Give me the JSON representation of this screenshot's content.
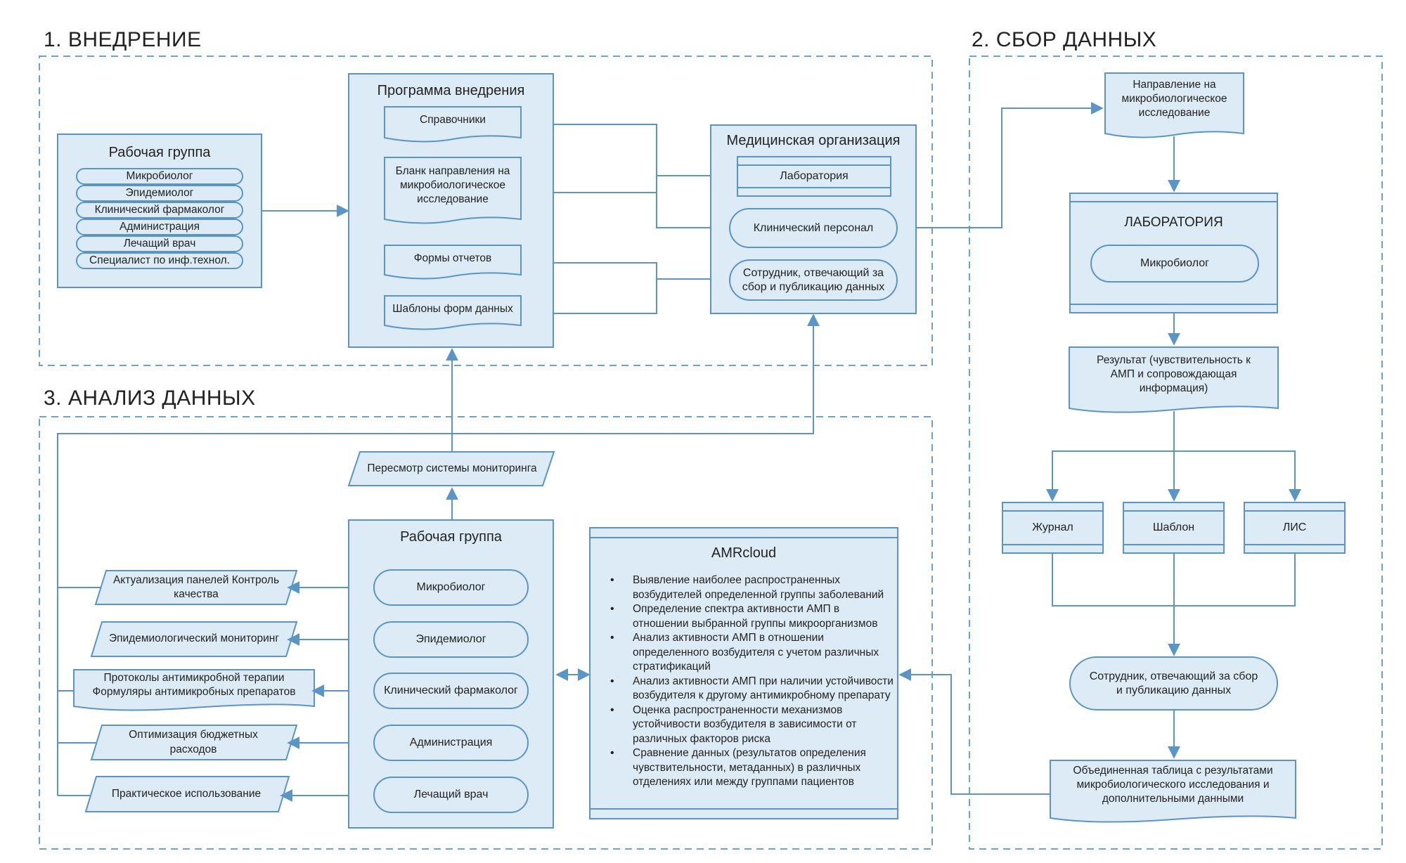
{
  "sections": {
    "implementation": "1. ВНЕДРЕНИЕ",
    "collection": "2. СБОР ДАННЫХ",
    "analysis": "3. АНАЛИЗ ДАННЫХ"
  },
  "working_group_1": {
    "title": "Рабочая группа",
    "members": [
      "Микробиолог",
      "Эпидемиолог",
      "Клинический фармаколог",
      "Администрация",
      "Лечащий врач",
      "Специалист по инф.технол."
    ]
  },
  "program": {
    "title": "Программа внедрения",
    "docs": [
      "Справочники",
      "Бланк направления на микробиологическое исследование",
      "Формы отчетов",
      "Шаблоны форм данных"
    ]
  },
  "med_org": {
    "title": "Медицинская организация",
    "lab": "Лаборатория",
    "clinical": "Клинический персонал",
    "employee": "Сотрудник, отвечающий за сбор и публикацию данных"
  },
  "collection_flow": {
    "referral": "Направление на микробиологическое исследование",
    "lab_title": "ЛАБОРАТОРИЯ",
    "microbiologist": "Микробиолог",
    "result": "Результат (чувствительность к АМП и сопровождающая информация)",
    "journal": "Журнал",
    "template": "Шаблон",
    "lis": "ЛИС",
    "employee": "Сотрудник, отвечающий за сбор и публикацию данных",
    "combined": "Объединенная таблица с результатами микробиологического исследования и дополнительными данными"
  },
  "analysis": {
    "review": "Пересмотр системы мониторинга",
    "wg_title": "Рабочая группа",
    "members": [
      "Микробиолог",
      "Эпидемиолог",
      "Клинический фармаколог",
      "Администрация",
      "Лечащий врач"
    ],
    "outputs": [
      "Актуализация панелей Контроль качества",
      "Эпидемиологический мониторинг",
      "Протоколы антимикробной терапии Формуляры антимикробных препаратов",
      "Оптимизация бюджетных расходов",
      "Практическое использование"
    ],
    "amr_title": "AMRcloud",
    "amr_items": [
      "Выявление наиболее распространенных возбудителей определенной группы заболеваний",
      "Определение спектра активности АМП в отношении выбранной группы микроорганизмов",
      "Анализ активности АМП в отношении определенного возбудителя с учетом различных стратификаций",
      "Анализ активности АМП при наличии устойчивости возбудителя к другому антимикробному препарату",
      "Оценка распространенности механизмов устойчивости возбудителя в зависимости от различных факторов риска",
      "Сравнение данных (результатов определения чувствительности, метаданных) в различных отделениях или между группами пациентов"
    ]
  },
  "colors": {
    "stroke": "#5a95c6",
    "fill": "#dcebf6",
    "dash": "#6fa3cf"
  }
}
